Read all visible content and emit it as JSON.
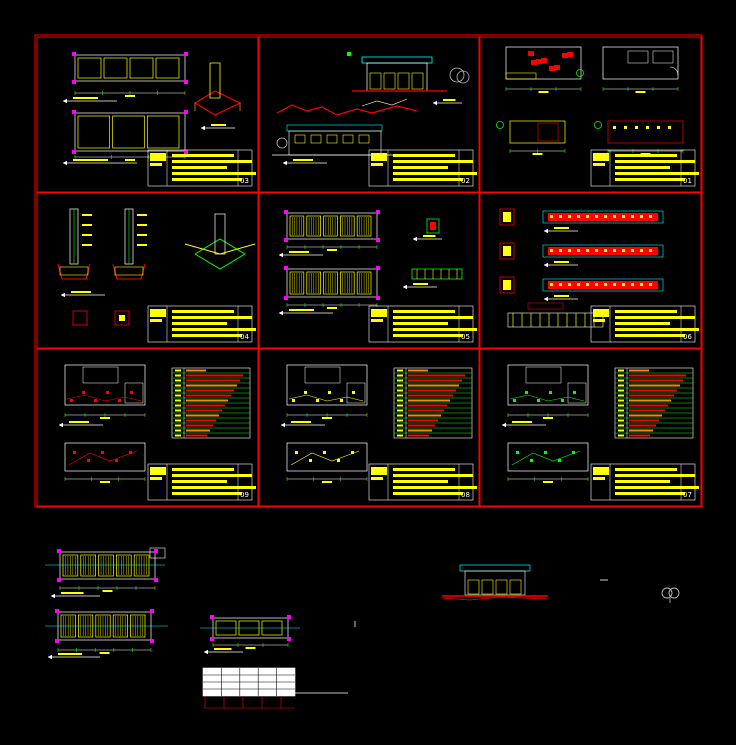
{
  "drawing": {
    "background": "#000000",
    "colors": {
      "frame": "#ff0000",
      "title_fill": "#ffff00",
      "cyan": "#00ffff",
      "white": "#ffffff",
      "green": "#00ff00",
      "magenta": "#ff00ff",
      "blue": "#0000ff",
      "orange": "#ff8800",
      "gray": "#bbbbbb"
    },
    "sheets": [
      {
        "id": "sheet-03",
        "number": "03",
        "content": "foundation-plan"
      },
      {
        "id": "sheet-02",
        "number": "02",
        "content": "elevations"
      },
      {
        "id": "sheet-01",
        "number": "01",
        "content": "floor-plans"
      },
      {
        "id": "sheet-04",
        "number": "04",
        "content": "footing-details"
      },
      {
        "id": "sheet-05",
        "number": "05",
        "content": "framing-plan"
      },
      {
        "id": "sheet-06",
        "number": "06",
        "content": "beam-details"
      },
      {
        "id": "sheet-09",
        "number": "09",
        "content": "electrical-plan"
      },
      {
        "id": "sheet-08",
        "number": "08",
        "content": "plumbing-plan"
      },
      {
        "id": "sheet-07",
        "number": "07",
        "content": "drainage-plan"
      }
    ],
    "loose_items": [
      "framing-plan-upper",
      "framing-plan-lower",
      "small-foundation-plan",
      "schedule-table",
      "loose-elevation",
      "tree-symbol"
    ]
  }
}
